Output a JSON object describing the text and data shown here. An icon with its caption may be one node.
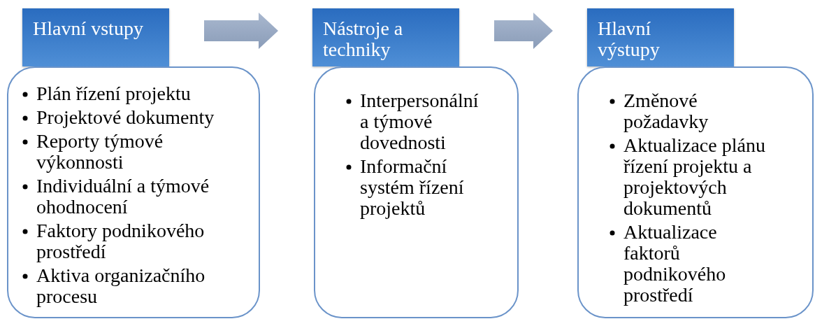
{
  "diagram": {
    "nodes": [
      {
        "text": [
          "Hlavní vstupy"
        ]
      },
      {
        "text": [
          "Plán řízení projektu",
          "Projektové dokumenty",
          "Reporty týmové výkonnosti",
          "Individuální a týmové ohodnocení",
          "Faktory podnikového prostředí",
          "Aktiva organizačního procesu"
        ]
      },
      {
        "text": [
          "Nástroje a techniky"
        ]
      },
      {
        "text": [
          "Interpersonální a týmové dovednosti",
          "Informační systém řízení projektů"
        ]
      },
      {
        "text": [
          "Hlavní výstupy"
        ]
      },
      {
        "text": [
          "Změnové požadavky",
          "Aktualizace plánu řízení projektu a projektových dokumentů",
          "Aktualizace faktorů podnikového prostředí"
        ]
      }
    ],
    "edges": [
      {
        "from": 0,
        "to": 2,
        "arrow": "to",
        "style": "thick"
      },
      {
        "from": 2,
        "to": 4,
        "arrow": "to",
        "style": "thick"
      }
    ]
  }
}
